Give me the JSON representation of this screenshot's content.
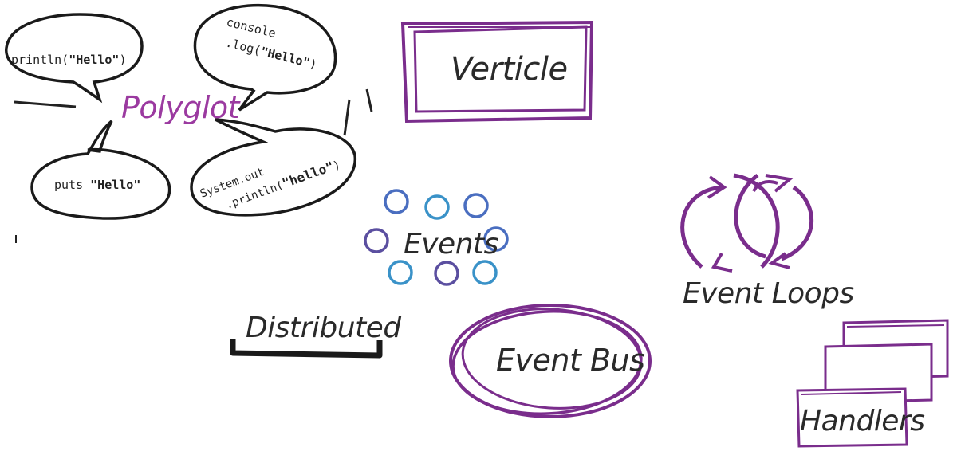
{
  "diagram": {
    "polyglot": {
      "label": "Polyglot",
      "bubbles": [
        {
          "lines": [
            [
              {
                "t": "println(",
                "b": false
              },
              {
                "t": "\"Hello\"",
                "b": true
              },
              {
                "t": ")",
                "b": false
              }
            ]
          ]
        },
        {
          "lines": [
            [
              {
                "t": "console",
                "b": false
              }
            ],
            [
              {
                "t": ".log(",
                "b": false
              },
              {
                "t": "\"Hello\"",
                "b": true
              },
              {
                "t": ")",
                "b": false
              }
            ]
          ]
        },
        {
          "lines": [
            [
              {
                "t": "puts ",
                "b": false
              },
              {
                "t": "\"Hello\"",
                "b": true
              }
            ]
          ]
        },
        {
          "lines": [
            [
              {
                "t": "System.out",
                "b": false
              }
            ],
            [
              {
                "t": ".println(",
                "b": false
              },
              {
                "t": "\"hello\"",
                "b": true
              },
              {
                "t": ")",
                "b": false
              }
            ]
          ]
        }
      ]
    },
    "verticle": {
      "label": "Verticle"
    },
    "events": {
      "label": "Events"
    },
    "event_loops": {
      "label": "Event Loops"
    },
    "distributed": {
      "label": "Distributed"
    },
    "event_bus": {
      "label": "Event Bus"
    },
    "handlers": {
      "label": "Handlers"
    },
    "colors": {
      "purple": "#7a2d8c",
      "purple_text": "#9b3aa0",
      "ink": "#222222",
      "circle_blue": "#3a86c2",
      "circle_purple": "#5b4fa0"
    }
  }
}
